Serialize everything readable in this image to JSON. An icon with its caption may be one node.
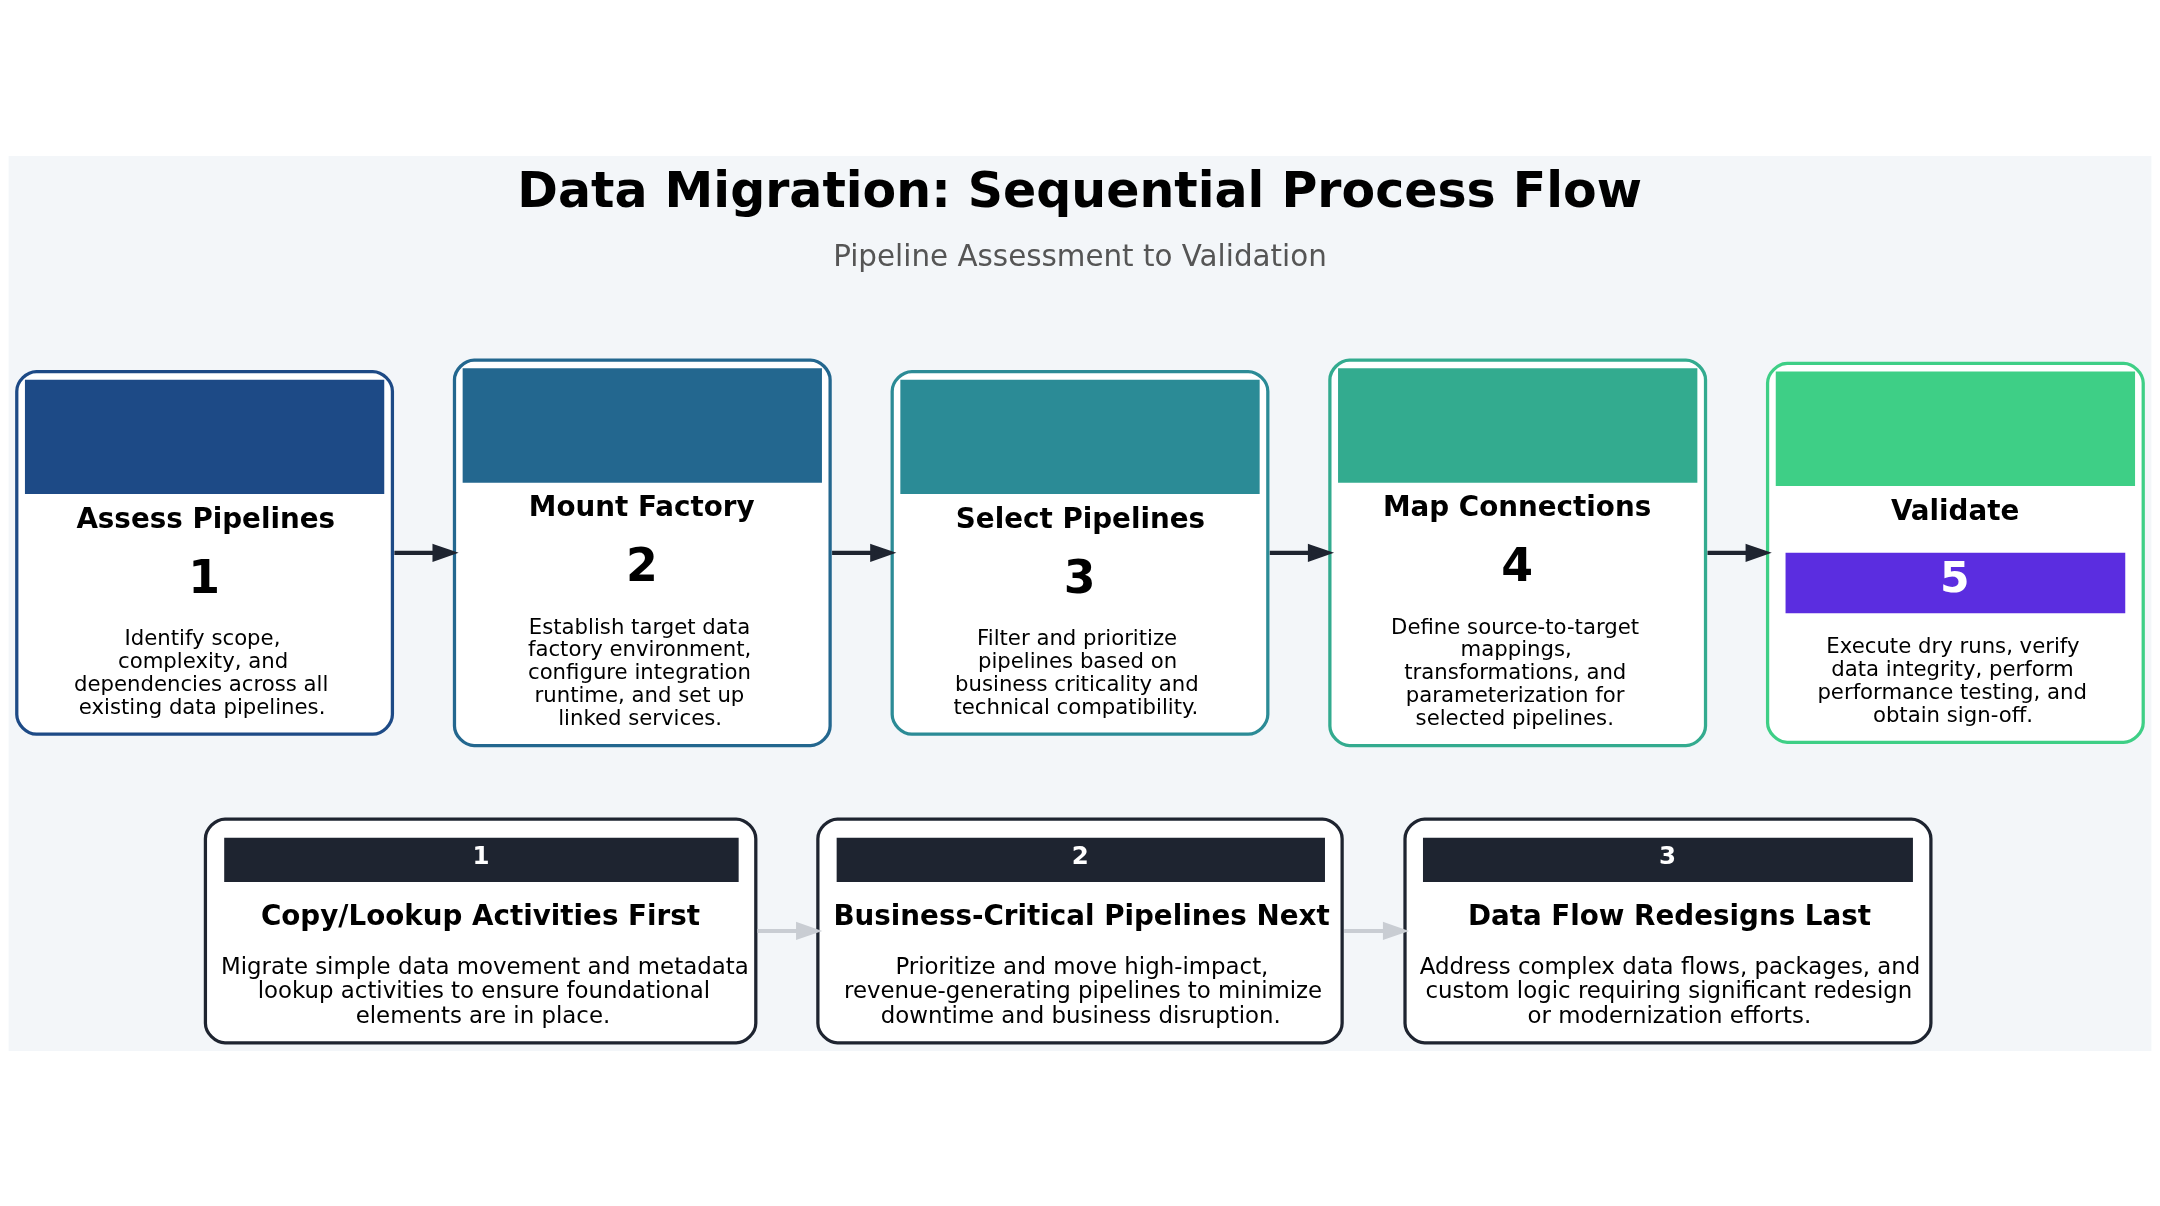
{
  "diagram": {
    "title": "Data Migration: Sequential Process Flow",
    "nodes": [
      {
        "text": [
          "Assess Pipelines",
          "1",
          "Identify scope, complexity, and dependencies across all existing data pipelines."
        ]
      },
      {
        "text": [
          "Mount Factory",
          "2",
          "Establish target data factory environment, configure integration runtime, and set up linked services."
        ]
      },
      {
        "text": [
          "Select Pipelines",
          "3",
          "Filter and prioritize pipelines based on business criticality and technical compatibility."
        ]
      },
      {
        "text": [
          "Map Connections",
          "4",
          "Define source-to-target mappings, transformations, and parameterization for selected pipelines."
        ]
      },
      {
        "text": [
          "Validate",
          "5",
          "Execute dry runs, verify data integrity, perform performance testing, and obtain sign-off."
        ]
      },
      {
        "text": [
          "1",
          "Copy/Lookup Activities First",
          "Migrate simple data movement and metadata lookup activities to ensure foundational elements are in place."
        ]
      },
      {
        "text": [
          "2",
          "Business-Critical Pipelines Next",
          "Prioritize and move high-impact, revenue-generating pipelines to minimize downtime and business disruption."
        ]
      },
      {
        "text": [
          "3",
          "Data Flow Redesigns Last",
          "Address complex data flows, packages, and custom logic requiring significant redesign or modernization efforts."
        ]
      }
    ],
    "edges": [
      {
        "from": 0,
        "to": 1,
        "arrow": "to"
      },
      {
        "from": 1,
        "to": 2,
        "arrow": "to"
      },
      {
        "from": 2,
        "to": 3,
        "arrow": "to"
      },
      {
        "from": 3,
        "to": 4,
        "arrow": "to"
      },
      {
        "from": 5,
        "to": 6,
        "arrow": "to",
        "color": "#c9cdd3"
      },
      {
        "from": 6,
        "to": 7,
        "arrow": "to",
        "color": "#c9cdd3"
      }
    ],
    "labels": [
      "Pipeline Assessment to Validation"
    ]
  }
}
